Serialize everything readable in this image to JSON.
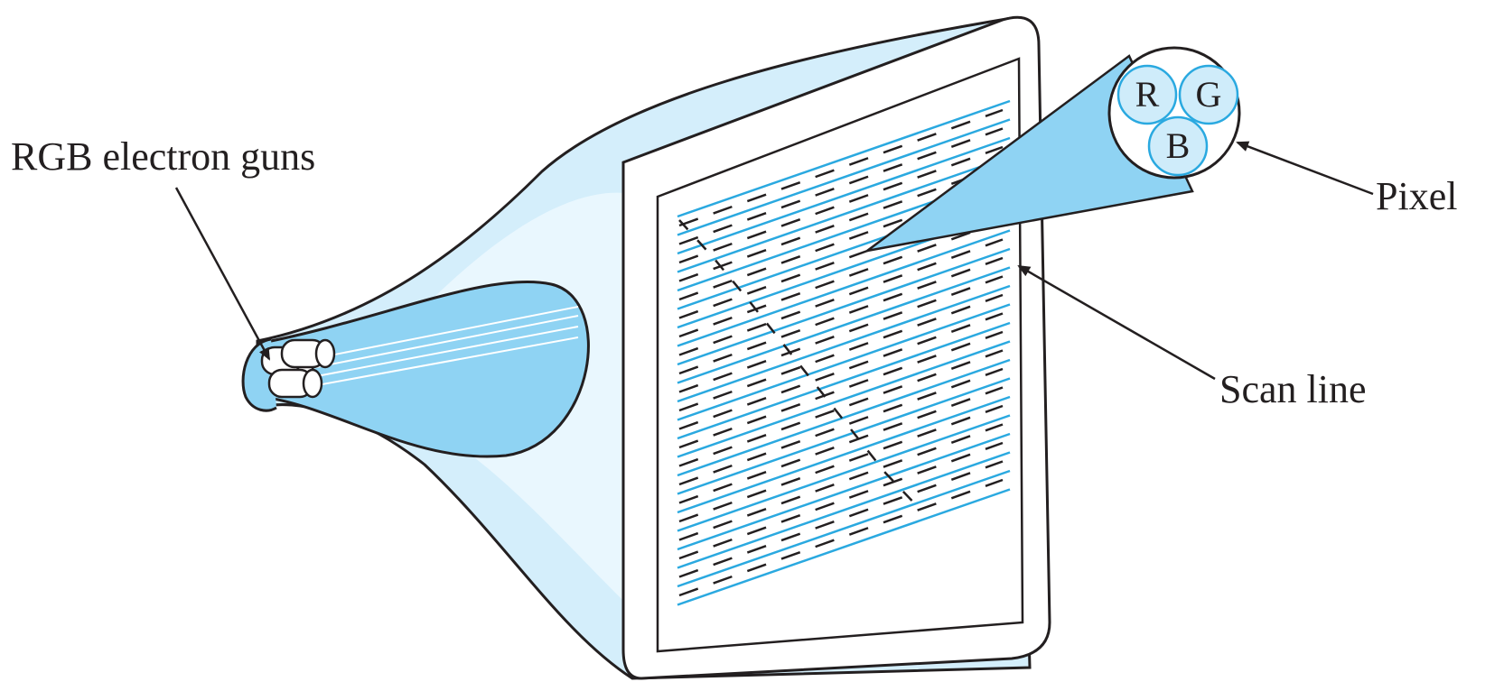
{
  "labels": {
    "guns": "RGB electron guns",
    "pixel": "Pixel",
    "scan_line": "Scan line"
  },
  "pixel_dots": [
    "R",
    "G",
    "B"
  ],
  "colors": {
    "tube_fill": "#cfecfa",
    "tube_light": "#e6f5fd",
    "beam": "#8fd3f3",
    "screen": "#ffffff",
    "scan_line": "#2aa9e0",
    "retrace": "#231f20",
    "outline": "#231f20"
  }
}
